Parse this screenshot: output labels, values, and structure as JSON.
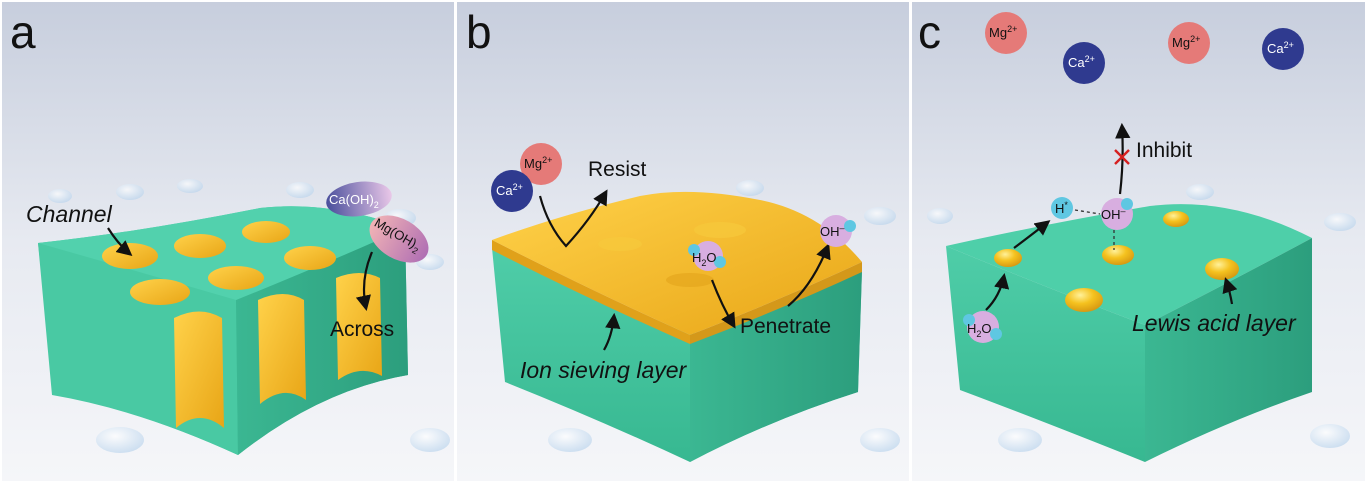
{
  "panels": {
    "a": {
      "label": "a",
      "channel": "Channel",
      "across": "Across",
      "caoh2": {
        "base": "Ca(OH)",
        "sub": "2"
      },
      "mgoh2": {
        "base": "Mg(OH)",
        "sub": "2"
      }
    },
    "b": {
      "label": "b",
      "resist": "Resist",
      "penetrate": "Penetrate",
      "ion_sieving_layer": "Ion sieving layer",
      "mg": {
        "base": "Mg",
        "sup": "2+"
      },
      "ca": {
        "base": "Ca",
        "sup": "2+"
      },
      "h2o": {
        "base": "H",
        "sub": "2",
        "tail": "O"
      },
      "oh": {
        "base": "OH",
        "sup": "–"
      }
    },
    "c": {
      "label": "c",
      "inhibit": "Inhibit",
      "lewis_acid_layer": "Lewis acid layer",
      "mg": {
        "base": "Mg",
        "sup": "2+"
      },
      "ca": {
        "base": "Ca",
        "sup": "2+"
      },
      "h": {
        "base": "H",
        "sup": "*"
      },
      "oh": {
        "base": "OH",
        "sup": "–"
      },
      "h2o": {
        "base": "H",
        "sub": "2",
        "tail": "O"
      }
    }
  },
  "colors": {
    "membrane": "#45c7a2",
    "membrane_dark": "#2fae8a",
    "gold": "#f2b81e",
    "mg_ion": "#e57a78",
    "ca_ion": "#2f3a8f",
    "oh_ion": "#d8aee0",
    "background": "#dfe4ee"
  }
}
